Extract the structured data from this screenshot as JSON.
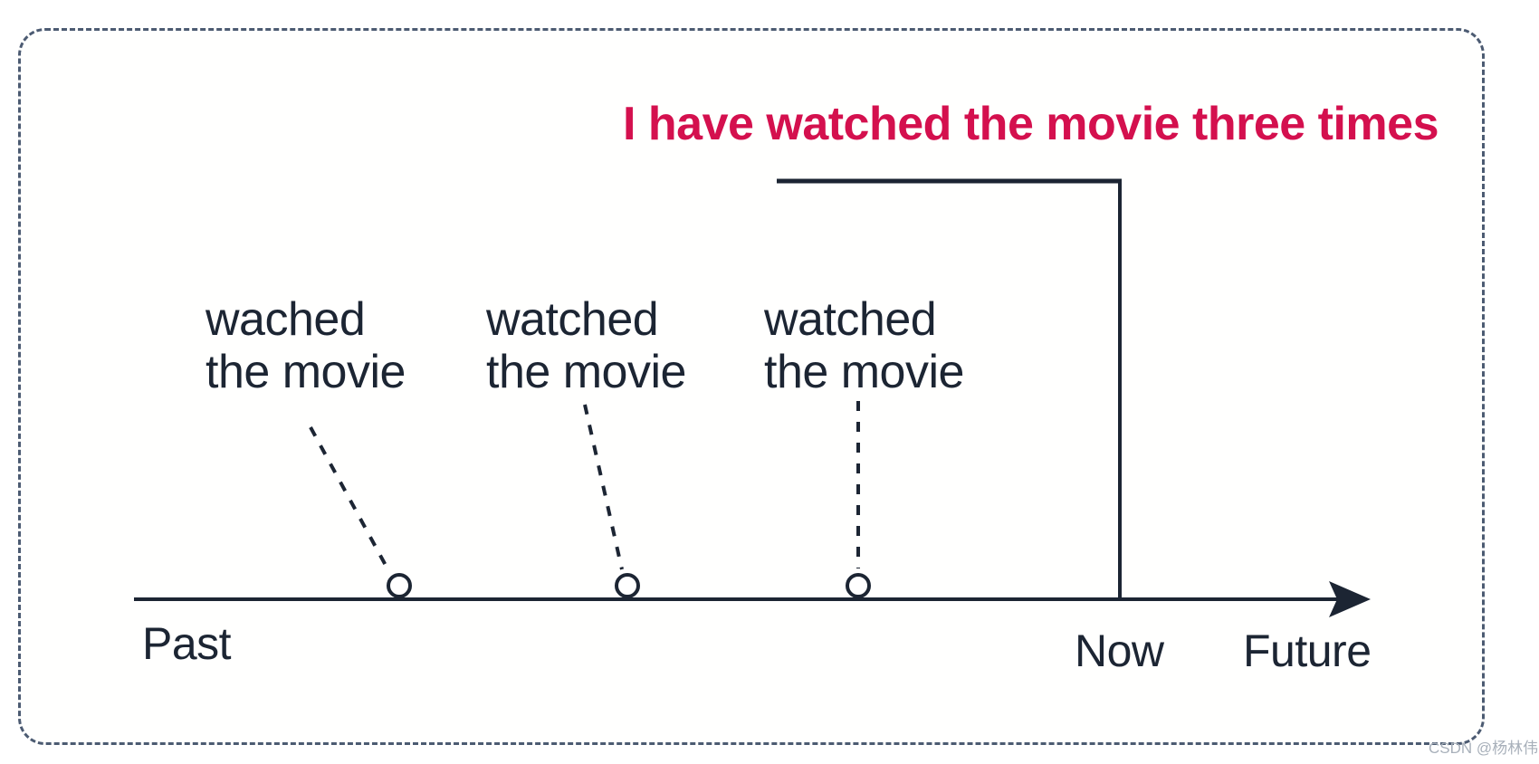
{
  "figure": {
    "heading": "I have watched the movie three times",
    "events": [
      {
        "line1": "wached",
        "line2": "the movie"
      },
      {
        "line1": "watched",
        "line2": "the movie"
      },
      {
        "line1": "watched",
        "line2": "the movie"
      }
    ],
    "axis": {
      "past": "Past",
      "now": "Now",
      "future": "Future"
    }
  },
  "colors": {
    "heading": "#d4104e",
    "ink": "#1c2533",
    "border": "#4c5b72",
    "watermark": "#a8b0ba"
  },
  "watermark": "CSDN @杨林伟"
}
